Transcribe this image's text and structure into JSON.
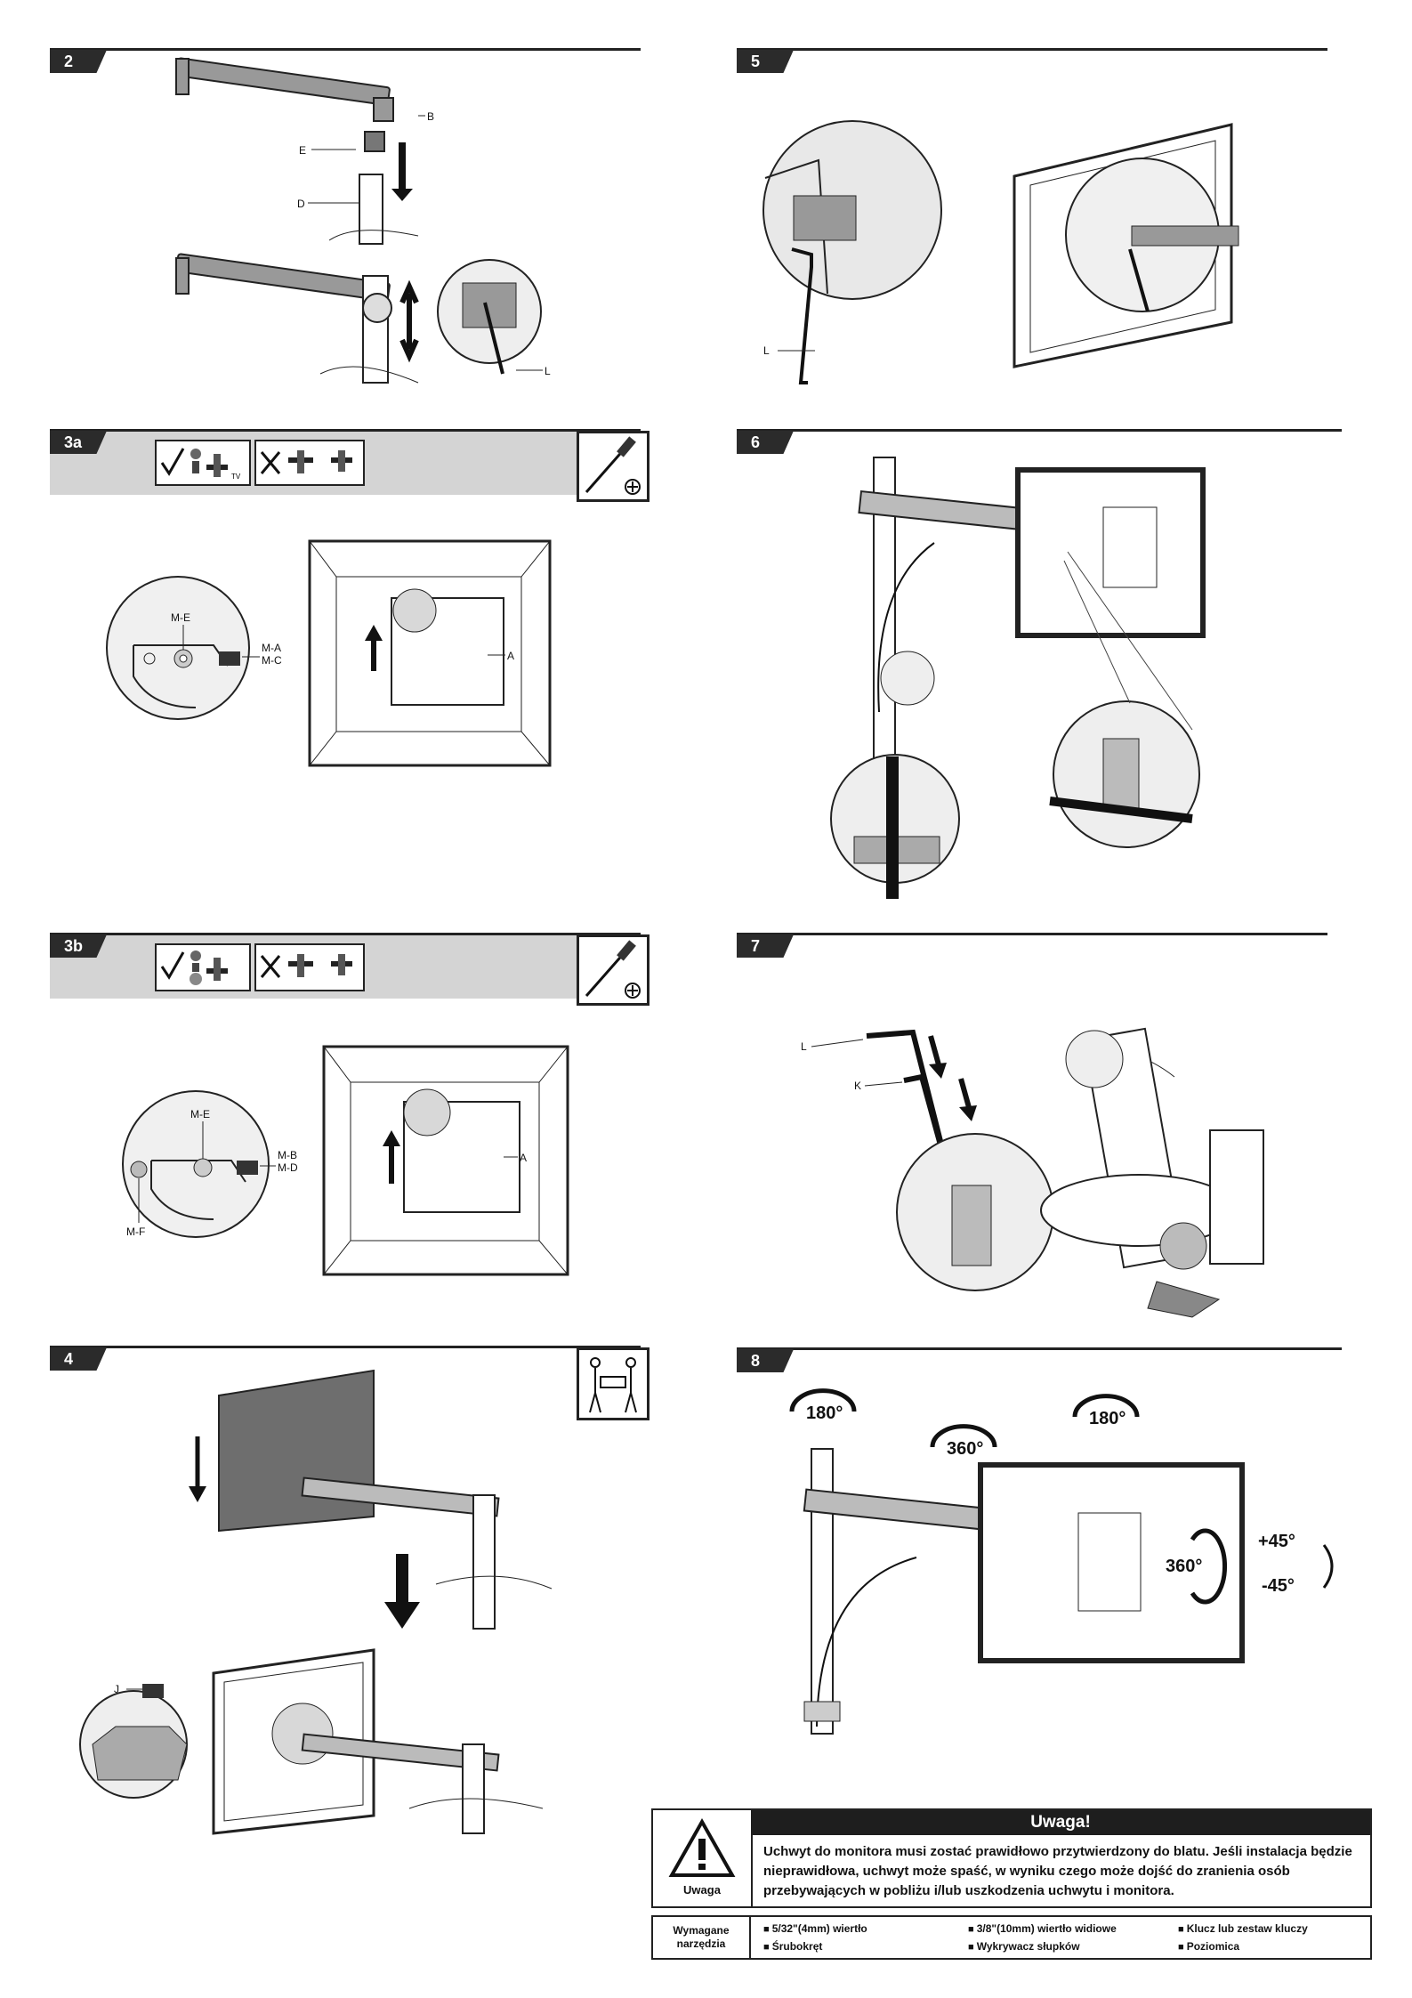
{
  "steps": {
    "s2": "2",
    "s3a": "3a",
    "s3b": "3b",
    "s4": "4",
    "s5": "5",
    "s6": "6",
    "s7": "7",
    "s8": "8"
  },
  "labels": {
    "B": "B",
    "E": "E",
    "D": "D",
    "L": "L",
    "K": "K",
    "A": "A",
    "J": "J",
    "ME": "M-E",
    "MA": "M-A",
    "MC": "M-C",
    "MB": "M-B",
    "MD": "M-D",
    "MF": "M-F",
    "tv": "TV"
  },
  "rotation": {
    "r180a": "180°",
    "r360a": "360°",
    "r180b": "180°",
    "r360b": "360°",
    "tilt_up": "+45°",
    "tilt_down": "-45°"
  },
  "warning": {
    "title": "Uwaga!",
    "caption": "Uwaga",
    "text": "Uchwyt do monitora musi zostać prawidłowo przytwierdzony do blatu. Jeśli instalacja będzie nieprawidłowa, uchwyt może spaść, w wyniku czego może dojść do zranienia osób przebywających w pobliżu i/lub uszkodzenia uchwytu i monitora."
  },
  "tools": {
    "heading_line1": "Wymagane",
    "heading_line2": "narzędzia",
    "items": [
      "5/32\"(4mm) wiertło",
      "3/8\"(10mm) wiertło widiowe",
      "Klucz lub zestaw kluczy",
      "Śrubokręt",
      "Wykrywacz słupków",
      "Poziomica"
    ]
  }
}
